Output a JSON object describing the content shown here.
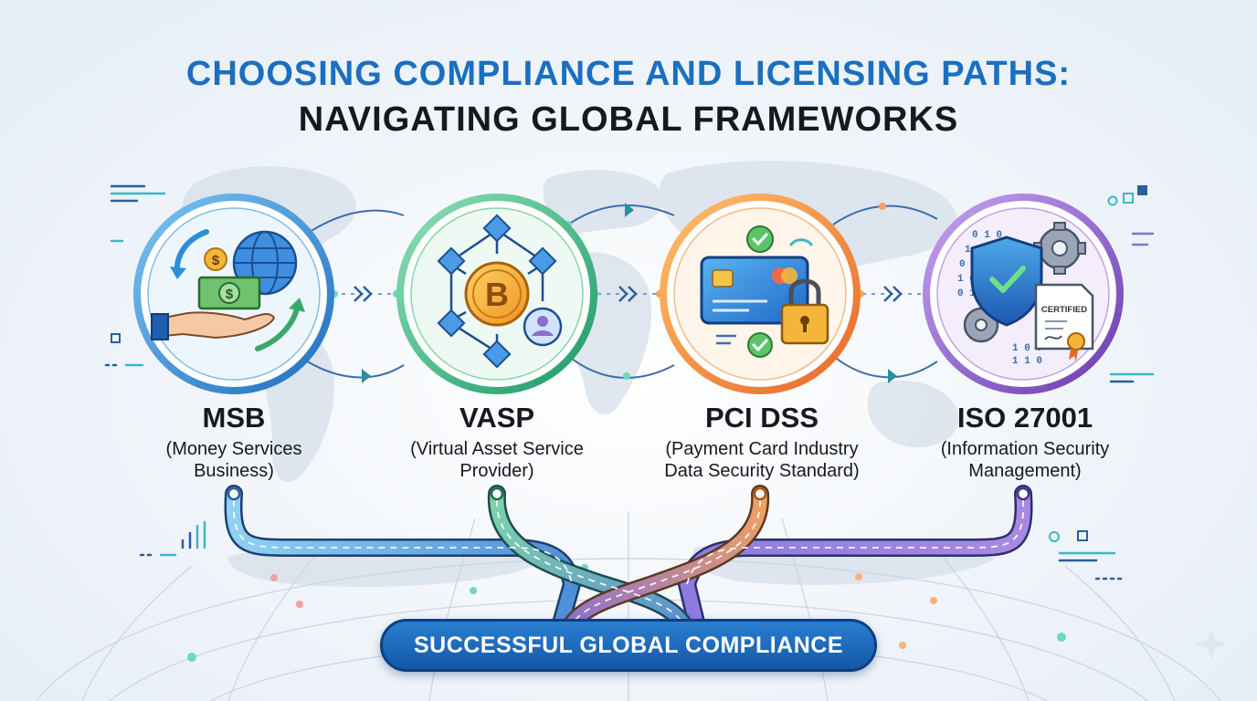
{
  "title": {
    "line1": "CHOOSING COMPLIANCE AND LICENSING PATHS:",
    "line2": "NAVIGATING GLOBAL FRAMEWORKS"
  },
  "nodes": [
    {
      "name": "MSB",
      "desc1": "(Money Services",
      "desc2": "Business)",
      "color": "#2a8fd6",
      "icon": "money-transfer-icon"
    },
    {
      "name": "VASP",
      "desc1": "(Virtual Asset Service",
      "desc2": "Provider)",
      "color": "#2fae7a",
      "icon": "bitcoin-network-icon"
    },
    {
      "name": "PCI DSS",
      "desc1": "(Payment Card Industry",
      "desc2": "Data Security Standard)",
      "color": "#f08a2a",
      "icon": "credit-card-lock-icon"
    },
    {
      "name": "ISO 27001",
      "desc1": "(Information Security",
      "desc2": "Management)",
      "color": "#8a56c8",
      "icon": "security-shield-certificate-icon"
    }
  ],
  "certificate_text": "CERTIFIED",
  "banner": "SUCCESSFUL GLOBAL COMPLIANCE",
  "colors": {
    "title_blue": "#1a6fc0",
    "title_dark": "#16191f",
    "banner_blue": "#1a66b8"
  }
}
